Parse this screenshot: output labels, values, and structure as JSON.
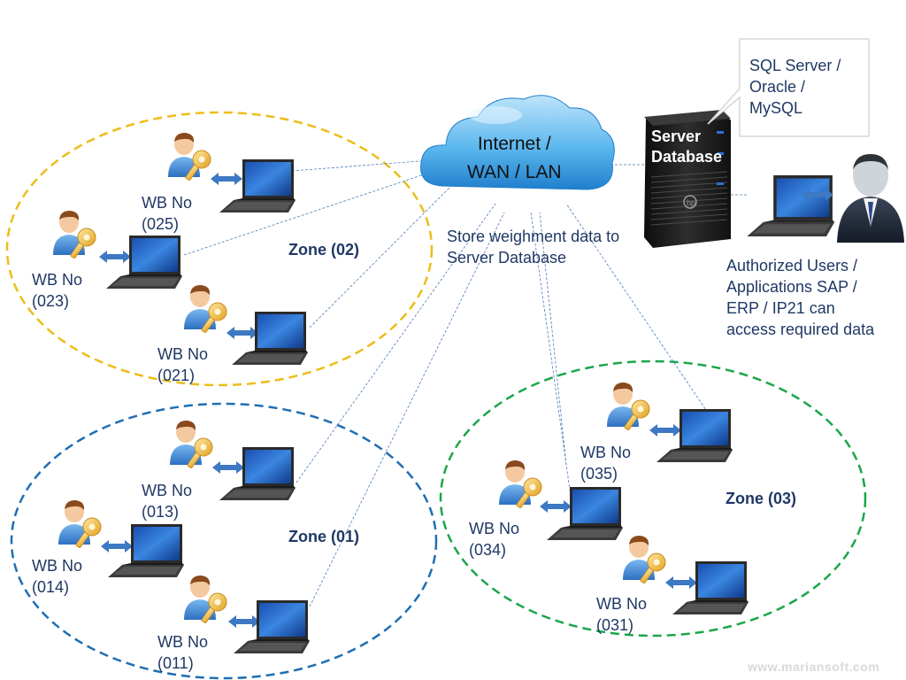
{
  "zones": [
    {
      "id": "02",
      "label": "Zone (02)",
      "border_color": "#ecbd1a"
    },
    {
      "id": "01",
      "label": "Zone (01)",
      "border_color": "#1f6eb3"
    },
    {
      "id": "03",
      "label": "Zone (03)",
      "border_color": "#1aa64a"
    }
  ],
  "stations": [
    {
      "label": "WB No",
      "number": "(025)"
    },
    {
      "label": "WB No",
      "number": "(023)"
    },
    {
      "label": "WB No",
      "number": "(021)"
    },
    {
      "label": "WB No",
      "number": "(013)"
    },
    {
      "label": "WB No",
      "number": "(014)"
    },
    {
      "label": "WB No",
      "number": "(011)"
    },
    {
      "label": "WB No",
      "number": "(035)"
    },
    {
      "label": "WB No",
      "number": "(034)"
    },
    {
      "label": "WB No",
      "number": "(031)"
    }
  ],
  "cloud": {
    "line1": "Internet /",
    "line2": "WAN / LAN"
  },
  "store_note": {
    "line1": "Store weighment data to",
    "line2": "Server Database"
  },
  "server": {
    "line1": "Server",
    "line2": "Database"
  },
  "db_callout": {
    "line1": "SQL Server /",
    "line2": "Oracle /",
    "line3": "MySQL"
  },
  "authorized": {
    "line1": "Authorized Users /",
    "line2": "Applications SAP /",
    "line3": "ERP / IP21 can",
    "line4": "access required data"
  },
  "watermark": "www.mariansoft.com",
  "colors": {
    "text": "#1f3864",
    "link_line": "#4a7ab8",
    "cloud": "#3aa0e0",
    "arrow": "#3d78c2",
    "server_body": "#1b1b1b"
  },
  "icons": {
    "user": "user-key-icon",
    "laptop": "laptop-icon",
    "arrow": "double-arrow-icon",
    "cloud": "cloud-icon",
    "server": "server-tower-icon",
    "admin": "business-user-icon"
  }
}
